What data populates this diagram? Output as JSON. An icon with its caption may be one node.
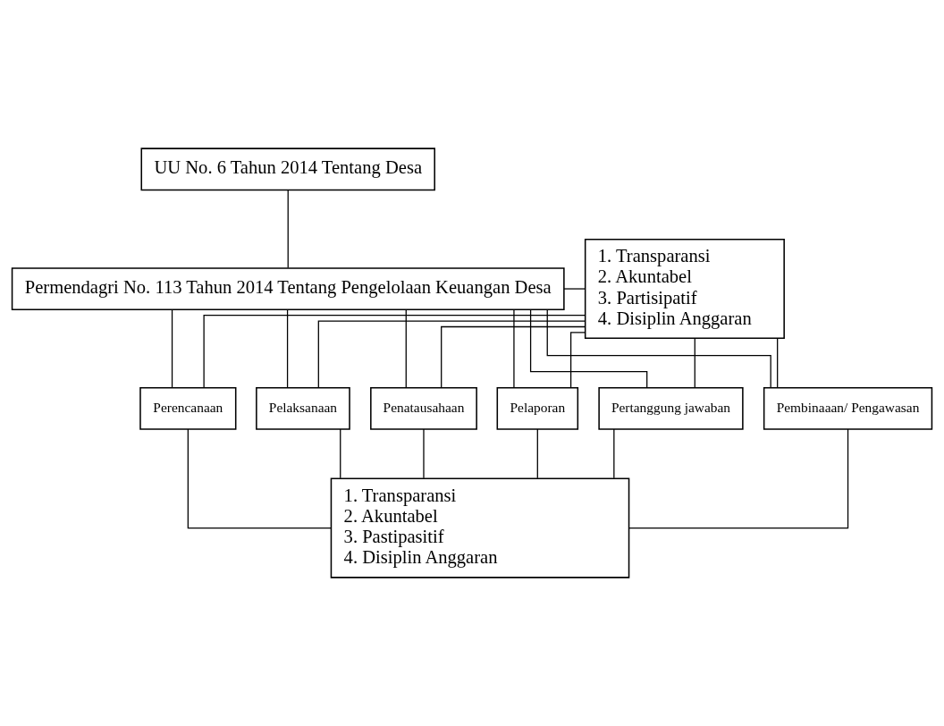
{
  "diagram": {
    "nodes": [
      {
        "text": [
          "UU No. 6 Tahun 2014 Tentang Desa"
        ]
      },
      {
        "text": [
          "Permendagri No. 113 Tahun 2014 Tentang Pengelolaan Keuangan Desa"
        ]
      },
      {
        "text": [
          "1. Transparansi",
          "2. Akuntabel",
          "3. Partisipatif",
          "4. Disiplin Anggaran"
        ]
      },
      {
        "text": [
          "Perencanaan"
        ]
      },
      {
        "text": [
          "Pelaksanaan"
        ]
      },
      {
        "text": [
          "Penatausahaan"
        ]
      },
      {
        "text": [
          "Pelaporan"
        ]
      },
      {
        "text": [
          "Pertanggung jawaban"
        ]
      },
      {
        "text": [
          "Pembinaaan/ Pengawasan"
        ]
      },
      {
        "text": [
          "1. Transparansi",
          "2. Akuntabel",
          "3. Pastipasitif",
          "4. Disiplin Anggaran"
        ]
      }
    ],
    "edges": [
      {
        "from": 0,
        "to": 1,
        "arrow": "none"
      },
      {
        "from": 1,
        "to": 2,
        "arrow": "none"
      },
      {
        "from": 1,
        "to": 3,
        "arrow": "none"
      },
      {
        "from": 1,
        "to": 4,
        "arrow": "none"
      },
      {
        "from": 1,
        "to": 5,
        "arrow": "none"
      },
      {
        "from": 1,
        "to": 6,
        "arrow": "none"
      },
      {
        "from": 1,
        "to": 7,
        "arrow": "none"
      },
      {
        "from": 1,
        "to": 8,
        "arrow": "none"
      },
      {
        "from": 2,
        "to": 3,
        "arrow": "none"
      },
      {
        "from": 2,
        "to": 4,
        "arrow": "none"
      },
      {
        "from": 2,
        "to": 5,
        "arrow": "none"
      },
      {
        "from": 2,
        "to": 6,
        "arrow": "none"
      },
      {
        "from": 2,
        "to": 7,
        "arrow": "none"
      },
      {
        "from": 2,
        "to": 8,
        "arrow": "none"
      },
      {
        "from": 3,
        "to": 9,
        "arrow": "none"
      },
      {
        "from": 4,
        "to": 9,
        "arrow": "none"
      },
      {
        "from": 5,
        "to": 9,
        "arrow": "none"
      },
      {
        "from": 6,
        "to": 9,
        "arrow": "none"
      },
      {
        "from": 7,
        "to": 9,
        "arrow": "none"
      },
      {
        "from": 8,
        "to": 9,
        "arrow": "none"
      }
    ]
  }
}
